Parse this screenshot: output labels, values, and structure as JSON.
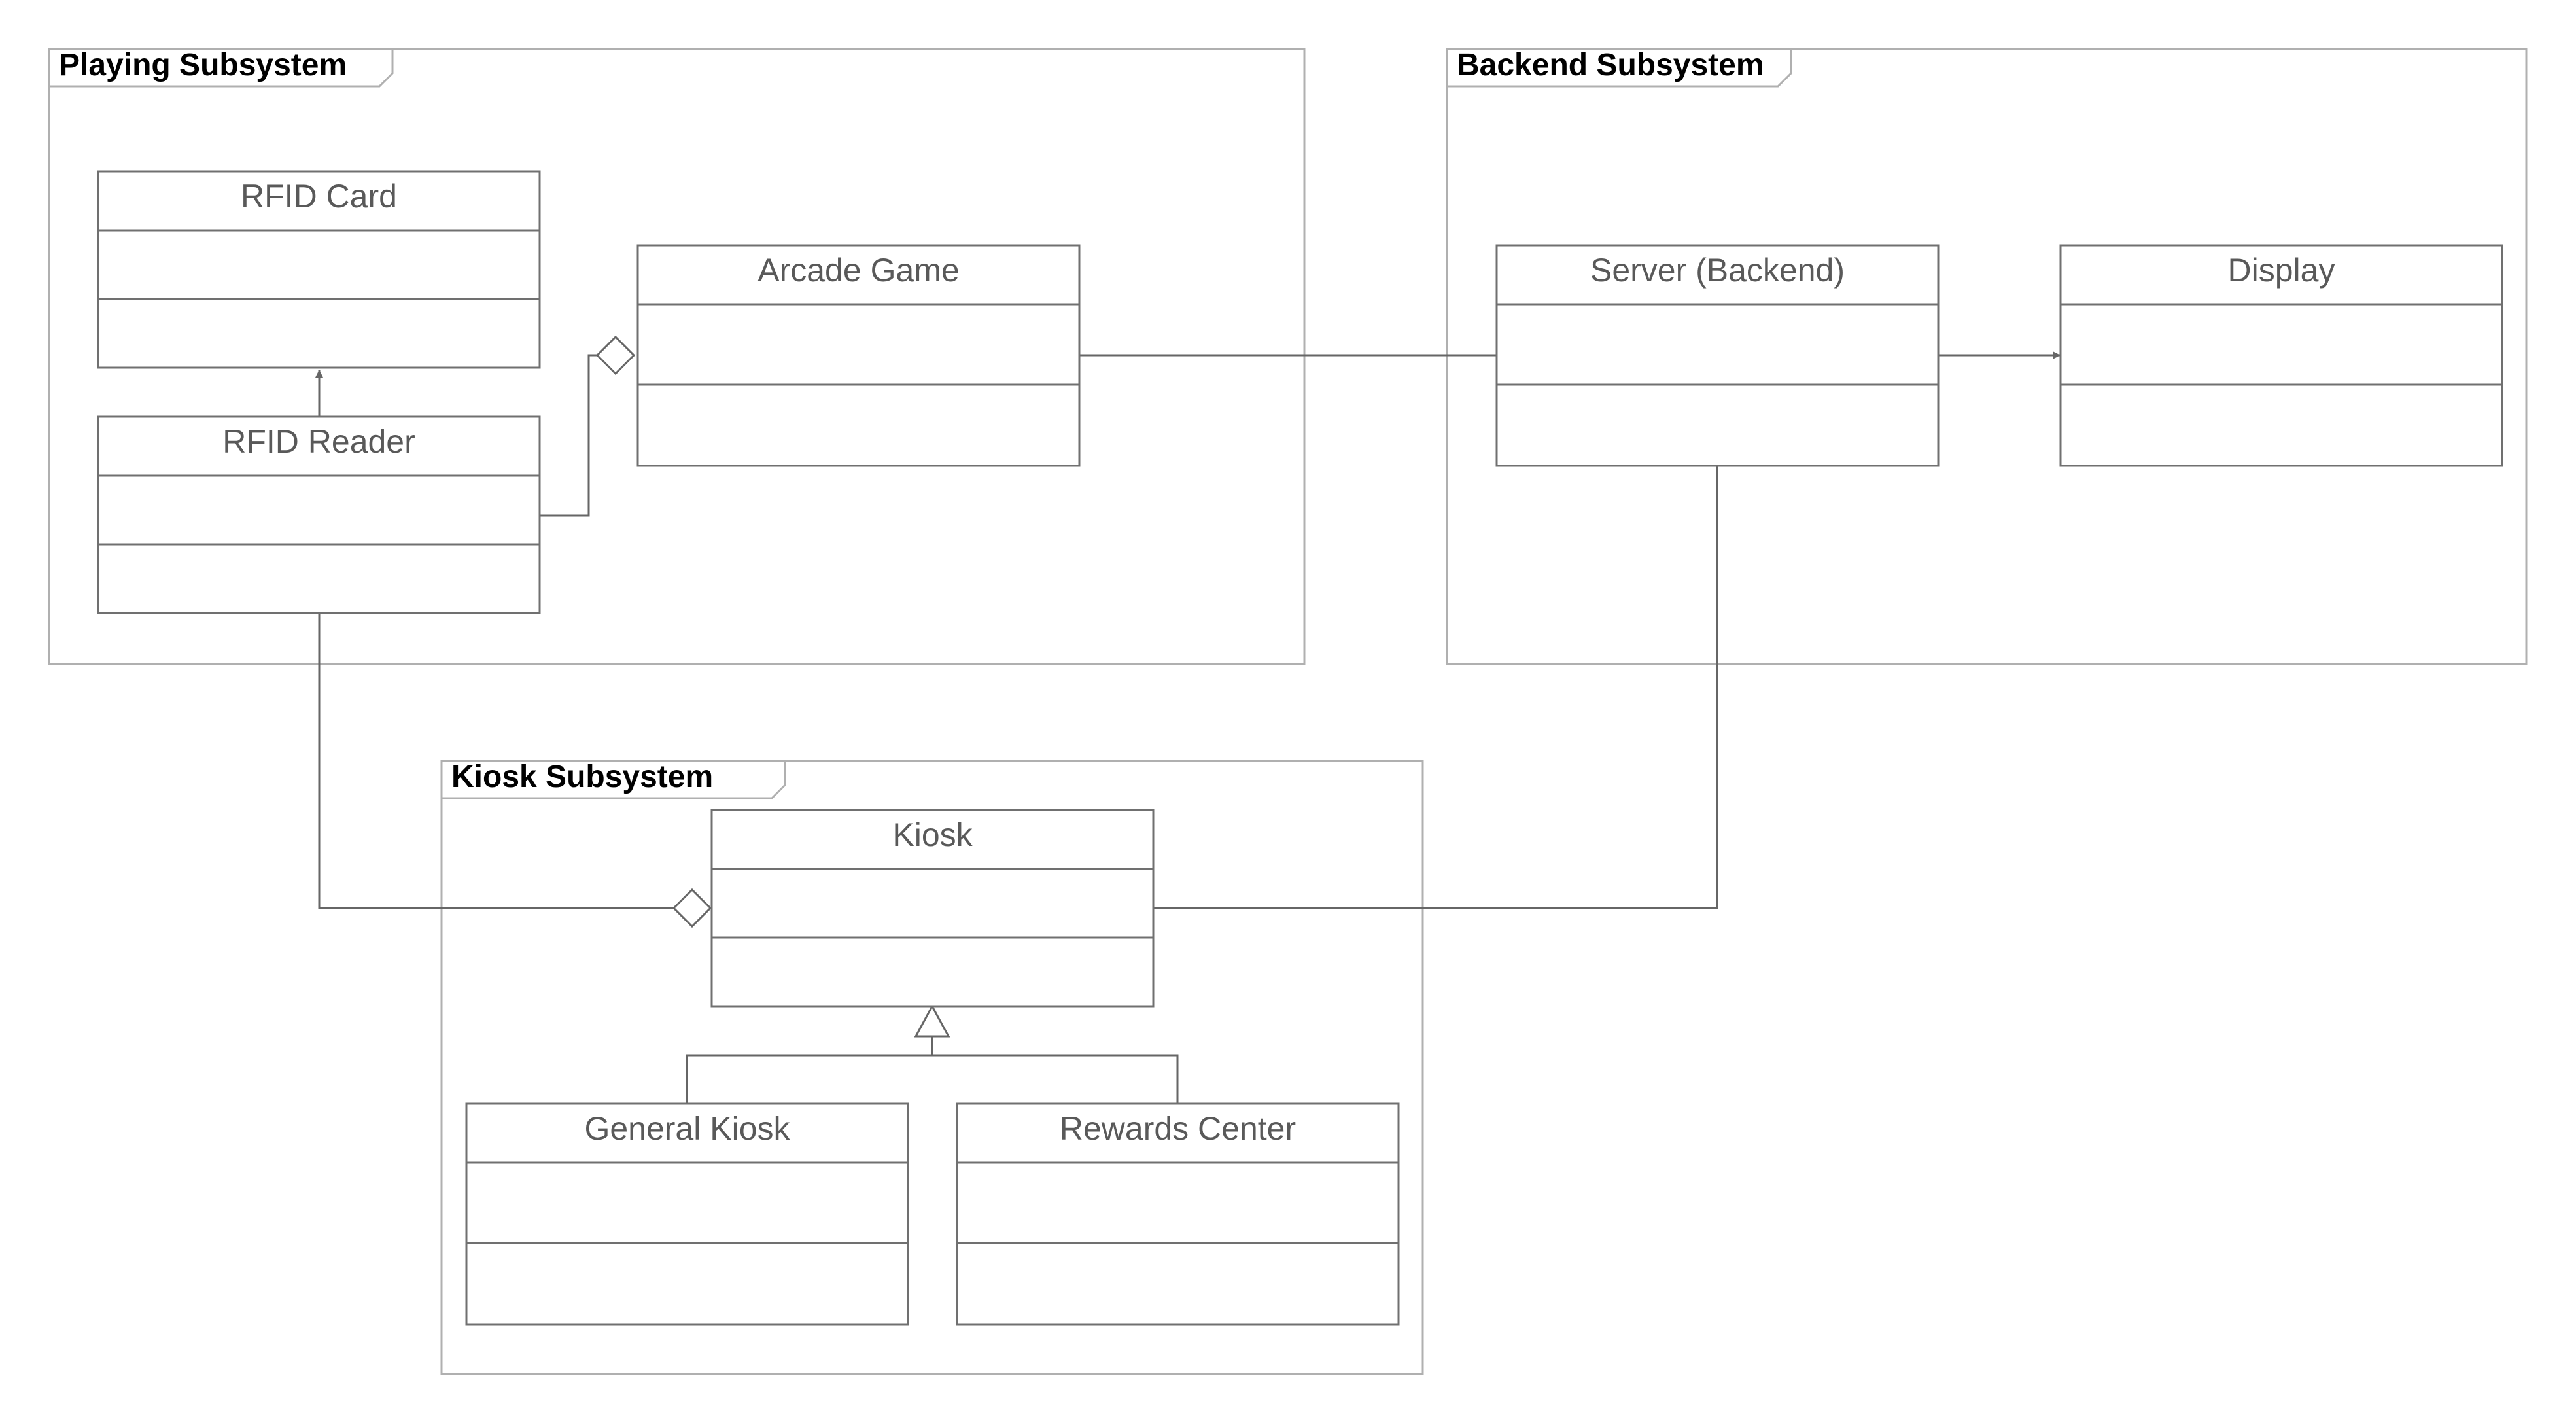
{
  "colors": {
    "frame_border": "#b0b0b0",
    "class_border": "#707070",
    "connector": "#666666",
    "background": "#ffffff"
  },
  "frames": {
    "playing": "Playing Subsystem",
    "backend": "Backend Subsystem",
    "kiosk": "Kiosk Subsystem"
  },
  "classes": {
    "rfid_card": "RFID Card",
    "rfid_reader": "RFID Reader",
    "arcade_game": "Arcade Game",
    "server": "Server (Backend)",
    "display": "Display",
    "kiosk": "Kiosk",
    "general_kiosk": "General Kiosk",
    "rewards_center": "Rewards Center"
  }
}
